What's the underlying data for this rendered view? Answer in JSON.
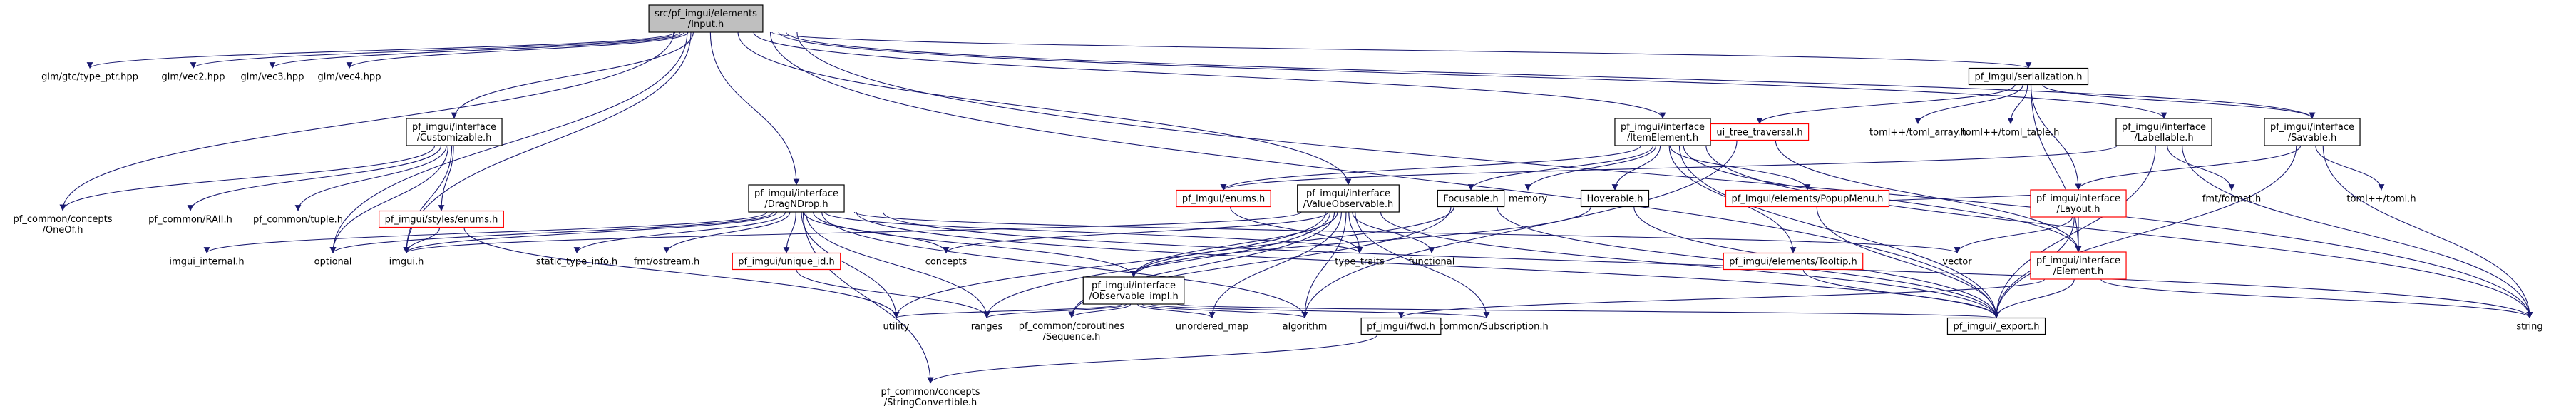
{
  "graph": {
    "title": "src/pf_imgui/elements/Input.h",
    "colors": {
      "edge": "#191970",
      "box_border": "#bfbfbf",
      "missing_border": "#ff0000",
      "root_fill": "#bfbfbf",
      "root_border": "#000000",
      "label_gray": "#555555"
    },
    "nodes": [
      {
        "id": "root",
        "lines": [
          "src/pf_imgui/elements",
          "/Input.h"
        ],
        "kind": "root"
      },
      {
        "id": "glm_ptr",
        "lines": [
          "glm/gtc/type_ptr.hpp"
        ],
        "kind": "plain"
      },
      {
        "id": "glm_v2",
        "lines": [
          "glm/vec2.hpp"
        ],
        "kind": "plain"
      },
      {
        "id": "glm_v3",
        "lines": [
          "glm/vec3.hpp"
        ],
        "kind": "plain"
      },
      {
        "id": "glm_v4",
        "lines": [
          "glm/vec4.hpp"
        ],
        "kind": "plain"
      },
      {
        "id": "customizable",
        "lines": [
          "pf_imgui/interface",
          "/Customizable.h"
        ],
        "kind": "boxed"
      },
      {
        "id": "oneof",
        "lines": [
          "pf_common/concepts",
          "/OneOf.h"
        ],
        "kind": "plain"
      },
      {
        "id": "raii",
        "lines": [
          "pf_common/RAII.h"
        ],
        "kind": "plain"
      },
      {
        "id": "tuple",
        "lines": [
          "pf_common/tuple.h"
        ],
        "kind": "plain"
      },
      {
        "id": "styles_enums",
        "lines": [
          "pf_imgui/styles/enums.h"
        ],
        "kind": "missing"
      },
      {
        "id": "imgui_internal",
        "lines": [
          "imgui_internal.h"
        ],
        "kind": "plain"
      },
      {
        "id": "optional",
        "lines": [
          "optional"
        ],
        "kind": "plain"
      },
      {
        "id": "imgui",
        "lines": [
          "imgui.h"
        ],
        "kind": "plain"
      },
      {
        "id": "dragndrop",
        "lines": [
          "pf_imgui/interface",
          "/DragNDrop.h"
        ],
        "kind": "boxed"
      },
      {
        "id": "static_type_info",
        "lines": [
          "static_type_info.h"
        ],
        "kind": "plain"
      },
      {
        "id": "ostream",
        "lines": [
          "fmt/ostream.h"
        ],
        "kind": "plain"
      },
      {
        "id": "unique_id",
        "lines": [
          "pf_imgui/unique_id.h"
        ],
        "kind": "missing"
      },
      {
        "id": "concepts",
        "lines": [
          "concepts"
        ],
        "kind": "plain"
      },
      {
        "id": "stringconv",
        "lines": [
          "pf_common/concepts",
          "/StringConvertible.h"
        ],
        "kind": "plain"
      },
      {
        "id": "utility",
        "lines": [
          "utility"
        ],
        "kind": "plain"
      },
      {
        "id": "ranges",
        "lines": [
          "ranges"
        ],
        "kind": "plain"
      },
      {
        "id": "sequence",
        "lines": [
          "pf_common/coroutines",
          "/Sequence.h"
        ],
        "kind": "plain"
      },
      {
        "id": "unordered_map",
        "lines": [
          "unordered_map"
        ],
        "kind": "plain"
      },
      {
        "id": "algorithm",
        "lines": [
          "algorithm"
        ],
        "kind": "plain"
      },
      {
        "id": "observable_impl",
        "lines": [
          "pf_imgui/interface",
          "/Observable_impl.h"
        ],
        "kind": "boxed"
      },
      {
        "id": "subscription",
        "lines": [
          "pf_common/Subscription.h"
        ],
        "kind": "plain"
      },
      {
        "id": "fwd",
        "lines": [
          "pf_imgui/fwd.h"
        ],
        "kind": "boxed"
      },
      {
        "id": "imgui_enums",
        "lines": [
          "pf_imgui/enums.h"
        ],
        "kind": "missing"
      },
      {
        "id": "valueobs",
        "lines": [
          "pf_imgui/interface",
          "/ValueObservable.h"
        ],
        "kind": "boxed"
      },
      {
        "id": "type_traits",
        "lines": [
          "type_traits"
        ],
        "kind": "plain"
      },
      {
        "id": "functional",
        "lines": [
          "functional"
        ],
        "kind": "plain"
      },
      {
        "id": "focusable",
        "lines": [
          "Focusable.h"
        ],
        "kind": "boxed"
      },
      {
        "id": "memory",
        "lines": [
          "memory"
        ],
        "kind": "plain"
      },
      {
        "id": "hoverable",
        "lines": [
          "Hoverable.h"
        ],
        "kind": "boxed"
      },
      {
        "id": "itemelement",
        "lines": [
          "pf_imgui/interface",
          "/ItemElement.h"
        ],
        "kind": "boxed"
      },
      {
        "id": "popupmenu",
        "lines": [
          "pf_imgui/elements/PopupMenu.h"
        ],
        "kind": "missing"
      },
      {
        "id": "tooltip",
        "lines": [
          "pf_imgui/elements/Tooltip.h"
        ],
        "kind": "missing"
      },
      {
        "id": "vector",
        "lines": [
          "vector"
        ],
        "kind": "plain"
      },
      {
        "id": "export",
        "lines": [
          "pf_imgui/_export.h"
        ],
        "kind": "boxed"
      },
      {
        "id": "serialization",
        "lines": [
          "pf_imgui/serialization.h"
        ],
        "kind": "boxed"
      },
      {
        "id": "ui_tree",
        "lines": [
          "ui_tree_traversal.h"
        ],
        "kind": "missing"
      },
      {
        "id": "toml_array",
        "lines": [
          "toml++/toml_array.h"
        ],
        "kind": "plain"
      },
      {
        "id": "toml_table",
        "lines": [
          "toml++/toml_table.h"
        ],
        "kind": "plain"
      },
      {
        "id": "labellable",
        "lines": [
          "pf_imgui/interface",
          "/Labellable.h"
        ],
        "kind": "boxed"
      },
      {
        "id": "savable",
        "lines": [
          "pf_imgui/interface",
          "/Savable.h"
        ],
        "kind": "boxed"
      },
      {
        "id": "layout",
        "lines": [
          "pf_imgui/interface",
          "/Layout.h"
        ],
        "kind": "missing"
      },
      {
        "id": "element",
        "lines": [
          "pf_imgui/interface",
          "/Element.h"
        ],
        "kind": "missing"
      },
      {
        "id": "fmt_format",
        "lines": [
          "fmt/format.h"
        ],
        "kind": "plain"
      },
      {
        "id": "toml_h",
        "lines": [
          "toml++/toml.h"
        ],
        "kind": "plain"
      },
      {
        "id": "string",
        "lines": [
          "string"
        ],
        "kind": "plain"
      }
    ],
    "edges": [
      [
        "root",
        "glm_ptr"
      ],
      [
        "root",
        "glm_v2"
      ],
      [
        "root",
        "glm_v3"
      ],
      [
        "root",
        "glm_v4"
      ],
      [
        "root",
        "customizable"
      ],
      [
        "root",
        "oneof"
      ],
      [
        "root",
        "imgui"
      ],
      [
        "root",
        "optional"
      ],
      [
        "root",
        "dragndrop"
      ],
      [
        "root",
        "valueobs"
      ],
      [
        "root",
        "itemelement"
      ],
      [
        "root",
        "serialization"
      ],
      [
        "root",
        "labellable"
      ],
      [
        "root",
        "savable"
      ],
      [
        "root",
        "export"
      ],
      [
        "root",
        "string"
      ],
      [
        "customizable",
        "oneof"
      ],
      [
        "customizable",
        "raii"
      ],
      [
        "customizable",
        "tuple"
      ],
      [
        "customizable",
        "styles_enums"
      ],
      [
        "customizable",
        "imgui"
      ],
      [
        "customizable",
        "optional"
      ],
      [
        "styles_enums",
        "imgui"
      ],
      [
        "styles_enums",
        "utility"
      ],
      [
        "dragndrop",
        "imgui_internal"
      ],
      [
        "dragndrop",
        "optional"
      ],
      [
        "dragndrop",
        "imgui"
      ],
      [
        "dragndrop",
        "static_type_info"
      ],
      [
        "dragndrop",
        "ostream"
      ],
      [
        "dragndrop",
        "unique_id"
      ],
      [
        "dragndrop",
        "concepts"
      ],
      [
        "dragndrop",
        "stringconv"
      ],
      [
        "dragndrop",
        "utility"
      ],
      [
        "dragndrop",
        "ranges"
      ],
      [
        "dragndrop",
        "observable_impl"
      ],
      [
        "dragndrop",
        "algorithm"
      ],
      [
        "dragndrop",
        "type_traits"
      ],
      [
        "dragndrop",
        "vector"
      ],
      [
        "dragndrop",
        "export"
      ],
      [
        "dragndrop",
        "string"
      ],
      [
        "unique_id",
        "ranges"
      ],
      [
        "observable_impl",
        "utility"
      ],
      [
        "observable_impl",
        "ranges"
      ],
      [
        "observable_impl",
        "sequence"
      ],
      [
        "observable_impl",
        "unordered_map"
      ],
      [
        "observable_impl",
        "algorithm"
      ],
      [
        "observable_impl",
        "subscription"
      ],
      [
        "observable_impl",
        "export"
      ],
      [
        "valueobs",
        "concepts"
      ],
      [
        "valueobs",
        "type_traits"
      ],
      [
        "valueobs",
        "observable_impl"
      ],
      [
        "valueobs",
        "functional"
      ],
      [
        "valueobs",
        "utility"
      ],
      [
        "valueobs",
        "ranges"
      ],
      [
        "valueobs",
        "sequence"
      ],
      [
        "valueobs",
        "unordered_map"
      ],
      [
        "valueobs",
        "algorithm"
      ],
      [
        "valueobs",
        "subscription"
      ],
      [
        "valueobs",
        "export"
      ],
      [
        "valueobs",
        "imgui"
      ],
      [
        "focusable",
        "observable_impl"
      ],
      [
        "focusable",
        "export"
      ],
      [
        "focusable",
        "sequence"
      ],
      [
        "hoverable",
        "observable_impl"
      ],
      [
        "hoverable",
        "export"
      ],
      [
        "itemelement",
        "imgui_enums"
      ],
      [
        "itemelement",
        "focusable"
      ],
      [
        "itemelement",
        "memory"
      ],
      [
        "itemelement",
        "hoverable"
      ],
      [
        "itemelement",
        "popupmenu"
      ],
      [
        "itemelement",
        "tooltip"
      ],
      [
        "itemelement",
        "element"
      ],
      [
        "itemelement",
        "export"
      ],
      [
        "itemelement",
        "string"
      ],
      [
        "imgui_enums",
        "type_traits"
      ],
      [
        "popupmenu",
        "layout"
      ],
      [
        "popupmenu",
        "export"
      ],
      [
        "tooltip",
        "export"
      ],
      [
        "layout",
        "vector"
      ],
      [
        "layout",
        "element"
      ],
      [
        "layout",
        "export"
      ],
      [
        "element",
        "fwd"
      ],
      [
        "element",
        "string"
      ],
      [
        "element",
        "export"
      ],
      [
        "fwd",
        "stringconv"
      ],
      [
        "serialization",
        "ui_tree"
      ],
      [
        "serialization",
        "toml_array"
      ],
      [
        "serialization",
        "toml_table"
      ],
      [
        "serialization",
        "layout"
      ],
      [
        "serialization",
        "element"
      ],
      [
        "serialization",
        "savable"
      ],
      [
        "ui_tree",
        "element"
      ],
      [
        "ui_tree",
        "algorithm"
      ],
      [
        "labellable",
        "imgui_enums"
      ],
      [
        "labellable",
        "fmt_format"
      ],
      [
        "labellable",
        "string"
      ],
      [
        "labellable",
        "export"
      ],
      [
        "savable",
        "toml_h"
      ],
      [
        "savable",
        "string"
      ],
      [
        "savable",
        "export"
      ],
      [
        "savable",
        "layout"
      ]
    ]
  }
}
